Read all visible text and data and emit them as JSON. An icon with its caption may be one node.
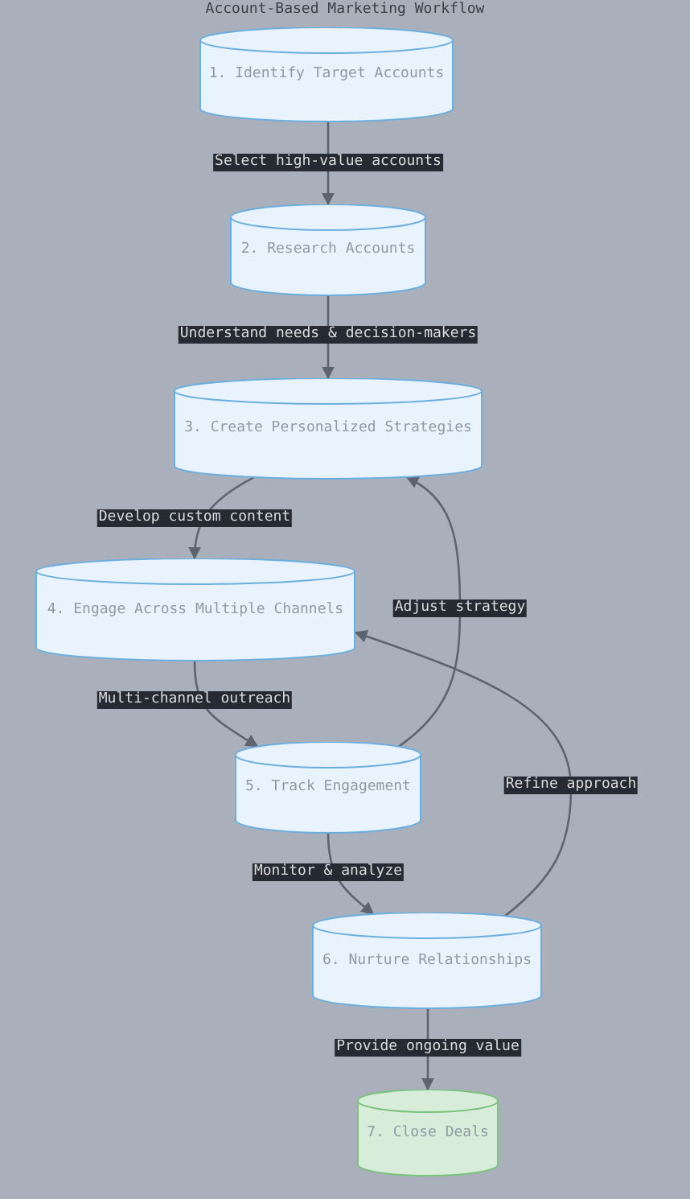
{
  "diagram": {
    "title": "Account-Based Marketing Workflow",
    "nodes": [
      {
        "text": [
          "1. Identify Target Accounts"
        ]
      },
      {
        "text": [
          "2. Research Accounts"
        ]
      },
      {
        "text": [
          "3. Create Personalized Strategies"
        ]
      },
      {
        "text": [
          "4. Engage Across Multiple Channels"
        ]
      },
      {
        "text": [
          "5. Track Engagement"
        ]
      },
      {
        "text": [
          "6. Nurture Relationships"
        ]
      },
      {
        "text": [
          "7. Close Deals"
        ]
      }
    ],
    "edges": [
      {
        "from": 0,
        "to": 1,
        "arrow": "to",
        "label": "Select high-value accounts"
      },
      {
        "from": 1,
        "to": 2,
        "arrow": "to",
        "label": "Understand needs & decision-makers"
      },
      {
        "from": 2,
        "to": 3,
        "arrow": "to",
        "label": "Develop custom content"
      },
      {
        "from": 3,
        "to": 4,
        "arrow": "to",
        "label": "Multi-channel outreach"
      },
      {
        "from": 4,
        "to": 2,
        "arrow": "to",
        "label": "Adjust strategy"
      },
      {
        "from": 4,
        "to": 5,
        "arrow": "to",
        "label": "Monitor & analyze"
      },
      {
        "from": 5,
        "to": 3,
        "arrow": "to",
        "label": "Refine approach"
      },
      {
        "from": 5,
        "to": 6,
        "arrow": "to",
        "label": "Provide ongoing value"
      }
    ]
  }
}
